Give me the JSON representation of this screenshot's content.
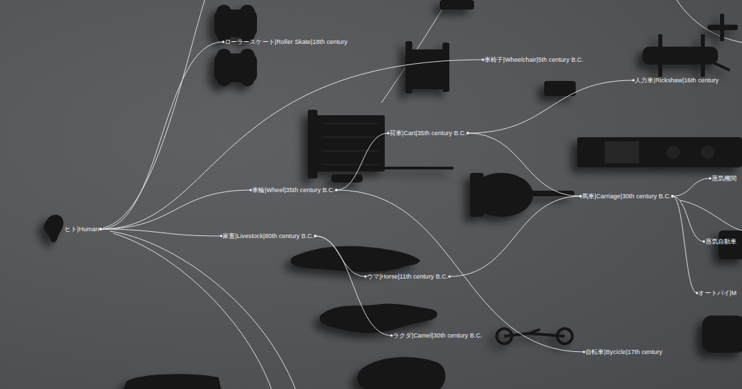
{
  "diagram": {
    "nodes": [
      {
        "text": [
          "ヒト|Human"
        ]
      },
      {
        "text": [
          "車輪|Wheel|35th century B.C."
        ]
      },
      {
        "text": [
          "家畜|Livestock|80th century B.C."
        ]
      },
      {
        "text": [
          "ローラースケート|Roller Skate|18th century"
        ]
      },
      {
        "text": [
          "車椅子|Wheelchair|5th century B.C."
        ]
      },
      {
        "text": [
          "荷車|Cart|35th century B.C."
        ]
      },
      {
        "text": [
          "ウマ|Horse|11th century B.C."
        ]
      },
      {
        "text": [
          "ラクダ|Camel|30th century B.C."
        ]
      },
      {
        "text": [
          "人力車|Rickshaw|16th century"
        ]
      },
      {
        "text": [
          "馬車|Carriage|30th century B.C."
        ]
      },
      {
        "text": [
          "自転車|Bycicle|17th century"
        ]
      },
      {
        "text": [
          "蒸気機関"
        ]
      },
      {
        "text": [
          "蒸気自動車"
        ]
      },
      {
        "text": [
          "オートバイ|M"
        ]
      }
    ],
    "edges": [
      {
        "from": 0,
        "to": 1,
        "arrow": "none"
      },
      {
        "from": 0,
        "to": 2,
        "arrow": "none"
      },
      {
        "from": 0,
        "to": 3,
        "arrow": "none"
      },
      {
        "from": 0,
        "to": 4,
        "arrow": "none"
      },
      {
        "from": 1,
        "to": 5,
        "arrow": "none"
      },
      {
        "from": 1,
        "to": 10,
        "arrow": "none"
      },
      {
        "from": 2,
        "to": 6,
        "arrow": "none"
      },
      {
        "from": 2,
        "to": 7,
        "arrow": "none"
      },
      {
        "from": 5,
        "to": 8,
        "arrow": "none"
      },
      {
        "from": 5,
        "to": 9,
        "arrow": "none"
      },
      {
        "from": 6,
        "to": 9,
        "arrow": "none"
      },
      {
        "from": 9,
        "to": 11,
        "arrow": "none"
      },
      {
        "from": 9,
        "to": 12,
        "arrow": "none"
      },
      {
        "from": 9,
        "to": 13,
        "arrow": "none"
      }
    ]
  }
}
